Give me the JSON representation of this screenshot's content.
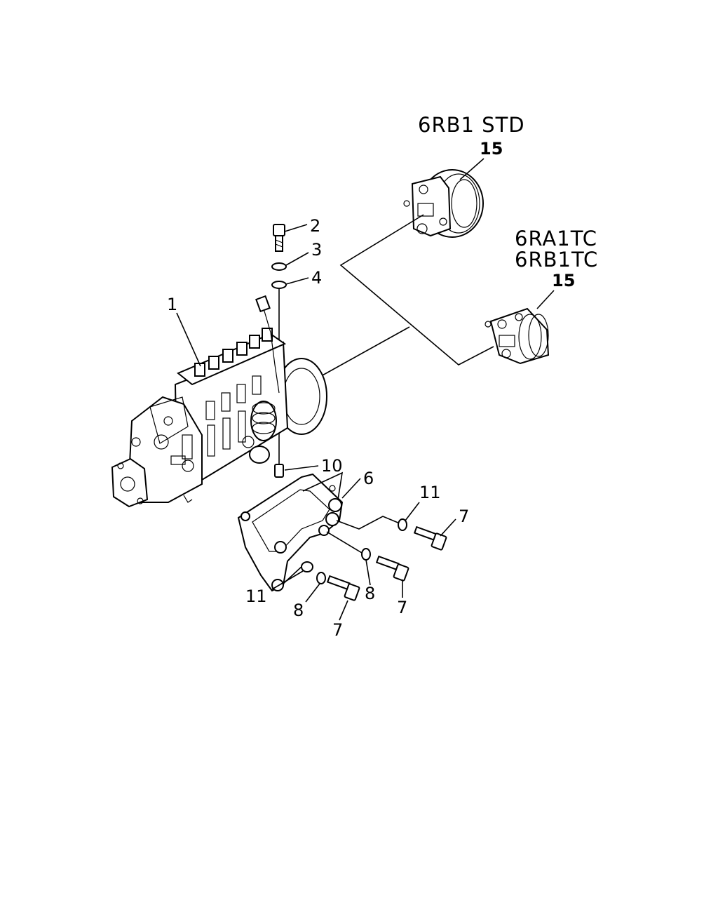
{
  "variants": {
    "std_title": "6RB1 STD",
    "tc_title_line1": "6RA1TC",
    "tc_title_line2": "6RB1TC"
  },
  "callouts": {
    "p15_std": "15",
    "p15_tc": "15",
    "p2": "2",
    "p3": "3",
    "p4": "4",
    "p1": "1",
    "p10": "10",
    "p6": "6",
    "p11_top": "11",
    "p7_right": "7",
    "p8_mid": "8",
    "p7_mid": "7",
    "p11_left": "11",
    "p8_left": "8",
    "p7_left": "7"
  }
}
